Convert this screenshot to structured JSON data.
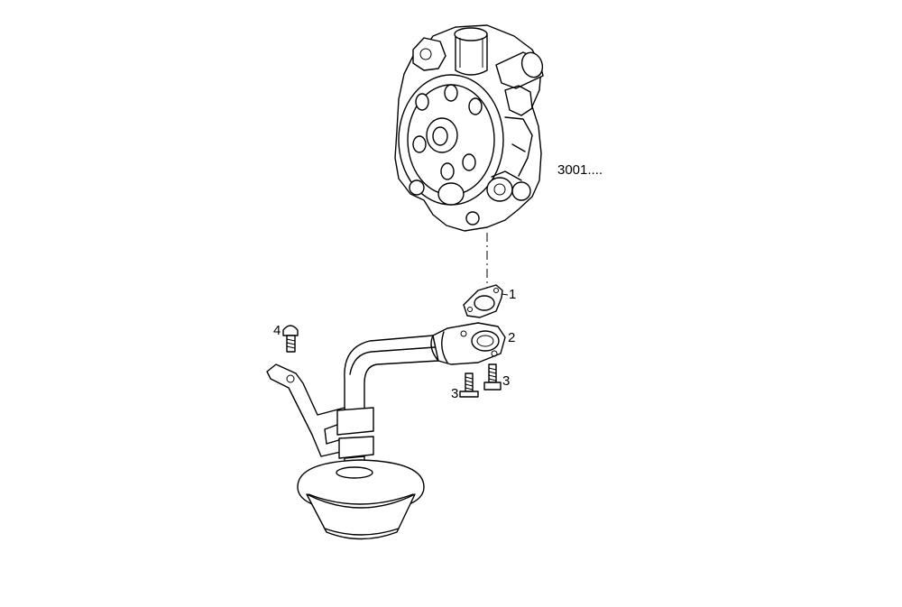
{
  "diagram": {
    "assembly_ref": "3001....",
    "callouts": {
      "gasket": "1",
      "pickup_flange": "2",
      "screw_a": "3",
      "screw_b": "3",
      "bolt": "4"
    }
  }
}
